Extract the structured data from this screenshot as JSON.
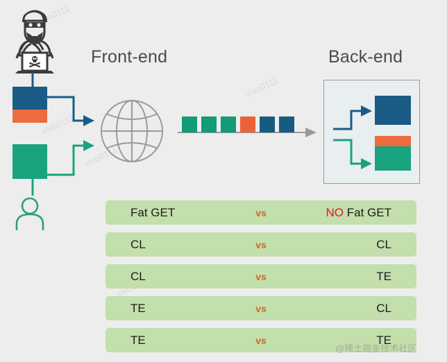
{
  "diagram": {
    "background_color": "#ededed",
    "headings": {
      "frontend": "Front-end",
      "backend": "Back-end"
    },
    "icons": {
      "attacker": "hacker-icon",
      "user": "person-icon",
      "network": "globe-icon"
    },
    "colors": {
      "blue": "#1a5c85",
      "orange": "#ee6b3f",
      "green": "#19a37e",
      "packet_green": "#119b77",
      "packet_orange": "#ea6239",
      "packet_blue": "#175b80",
      "row_background": "#c3dfab",
      "vs_color": "#d9622b",
      "negate_color": "#e8112d",
      "heading_color": "#4a4a4a",
      "backend_box_background": "#e9eef1",
      "backend_box_border": "#9b9b9b",
      "arrow_gray": "#9a9a9a"
    },
    "packet_stream": [
      {
        "index": 1,
        "color": "green"
      },
      {
        "index": 2,
        "color": "green"
      },
      {
        "index": 3,
        "color": "green"
      },
      {
        "index": 4,
        "color": "orange"
      },
      {
        "index": 5,
        "color": "blue"
      },
      {
        "index": 6,
        "color": "blue"
      }
    ]
  },
  "comparison": {
    "rows": [
      {
        "left": "Fat GET",
        "vs": "vs",
        "right_negate": "NO",
        "right": " Fat GET"
      },
      {
        "left": "CL",
        "vs": "vs",
        "right_negate": "",
        "right": "CL"
      },
      {
        "left": "CL",
        "vs": "vs",
        "right_negate": "",
        "right": "TE"
      },
      {
        "left": "TE",
        "vs": "vs",
        "right_negate": "",
        "right": "CL"
      },
      {
        "left": "TE",
        "vs": "vs",
        "right_negate": "",
        "right": "TE"
      }
    ]
  },
  "watermarks": {
    "faint": "vivo0111",
    "brand": "@稀土掘金技术社区"
  }
}
